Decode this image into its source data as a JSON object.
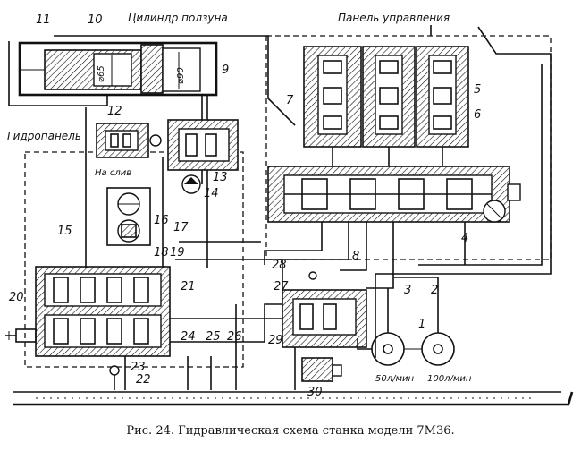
{
  "labels": {
    "slider_cylinder": "Цилиндр ползуна",
    "control_panel": "Панель управления",
    "hydropanel": "Гидропанель",
    "drain": "На слив",
    "dia65": "⌀65",
    "dia90": "⌀90",
    "flow50": "50л/мин",
    "flow100": "100л/мин"
  },
  "numbers": {
    "n1": "1",
    "n2": "2",
    "n3": "3",
    "n4": "4",
    "n5": "5",
    "n6": "6",
    "n7": "7",
    "n8": "8",
    "n9": "9",
    "n10": "10",
    "n11": "11",
    "n12": "12",
    "n13": "13",
    "n14": "14",
    "n15": "15",
    "n16": "16",
    "n17": "17",
    "n18": "18",
    "n19": "19",
    "n20": "20",
    "n21": "21",
    "n22": "22",
    "n23": "23",
    "n24": "24",
    "n25": "25",
    "n26": "26",
    "n27": "27",
    "n28": "28",
    "n29": "29",
    "n30": "30"
  },
  "caption": "Рис.  24.  Гидравлическая   схема  станка  модели  7М36."
}
